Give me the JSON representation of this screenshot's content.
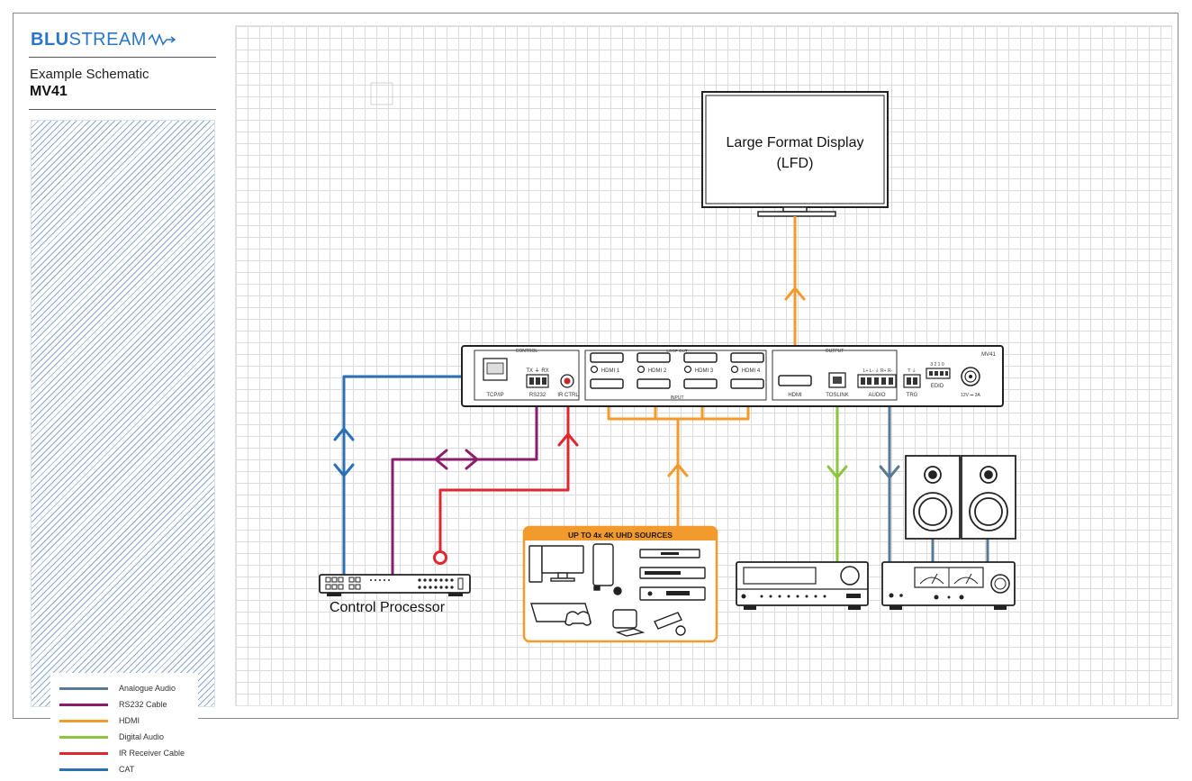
{
  "brand": {
    "name_bold": "BLU",
    "name_rest": "STREAM"
  },
  "header": {
    "subtitle": "Example Schematic",
    "model": "MV41"
  },
  "legend": [
    {
      "label": "Analogue Audio",
      "color": "#5a7a94"
    },
    {
      "label": "RS232 Cable",
      "color": "#8b1d6b"
    },
    {
      "label": "HDMI",
      "color": "#f39a2c"
    },
    {
      "label": "Digital Audio",
      "color": "#8cc63f"
    },
    {
      "label": "IR Receiver Cable",
      "color": "#e0262e"
    },
    {
      "label": "CAT",
      "color": "#2b6fb4"
    }
  ],
  "display": {
    "line1": "Large Format Display",
    "line2": "(LFD)"
  },
  "control_processor": {
    "label": "Control Processor"
  },
  "sources": {
    "title": "UP TO 4x 4K UHD SOURCES"
  },
  "device": {
    "model": "MV41",
    "section_control": "CONTROL",
    "section_loopout": "LOOP OUT",
    "section_input": "INPUT",
    "section_output": "OUTPUT",
    "tcpip": "TCP/IP",
    "rs232": "RS232",
    "rs232_pins": "TX  ⏚  RX",
    "irctrl": "IR CTRL",
    "hdmi1": "HDMI 1",
    "hdmi2": "HDMI 2",
    "hdmi3": "HDMI 3",
    "hdmi4": "HDMI 4",
    "hdmi_out": "HDMI",
    "toslink": "TOSLINK",
    "audio": "AUDIO",
    "audio_pins": "L+ L- ⏚ R+ R-",
    "trg": "TRG",
    "trg_pins": "T  ⏚",
    "edid": "EDID",
    "edid_pins": "3 2 1 0",
    "power": "12V ⎓ 3A"
  },
  "colors": {
    "hdmi": "#f39a2c",
    "cat": "#2b6fb4",
    "rs232": "#8b1d6b",
    "ir": "#e0262e",
    "digital_audio": "#8cc63f",
    "analogue_audio": "#5a7a94"
  }
}
